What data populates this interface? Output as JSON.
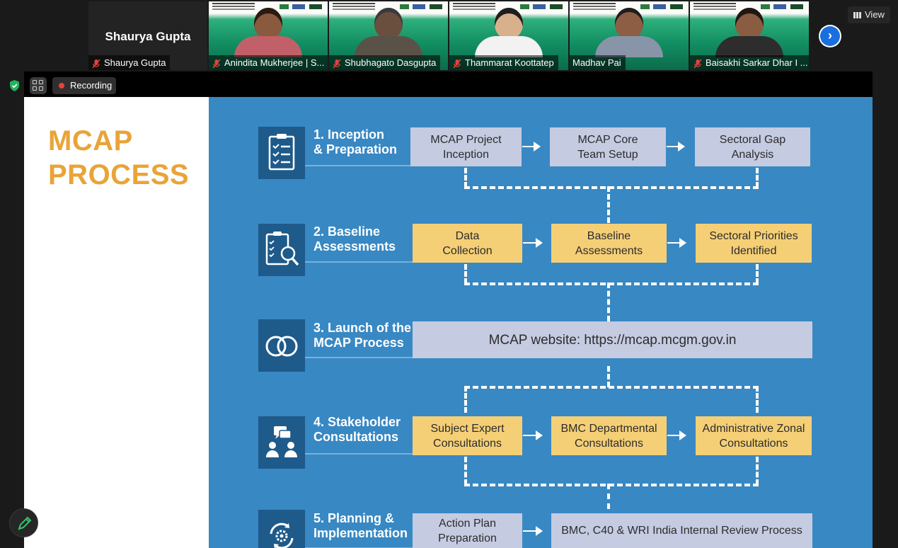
{
  "participants": [
    {
      "name": "Shaurya Gupta",
      "video": false
    },
    {
      "name": "Anindita Mukherjee | S...",
      "video": true,
      "muted": true
    },
    {
      "name": "Shubhagato Dasgupta",
      "video": true,
      "muted": true
    },
    {
      "name": "Thammarat Koottatep",
      "video": true,
      "muted": true
    },
    {
      "name": "Madhav Pai",
      "video": true,
      "muted": false,
      "active": true
    },
    {
      "name": "Baisakhi Sarkar Dhar I ...",
      "video": true,
      "muted": true
    }
  ],
  "toolbar": {
    "view_label": "View",
    "recording_label": "Recording"
  },
  "slide": {
    "title_line1": "MCAP",
    "title_line2": "PROCESS",
    "steps": [
      {
        "label_line1": "1. Inception",
        "label_line2": "& Preparation",
        "icon": "checklist-icon",
        "boxes": [
          "MCAP Project\nInception",
          "MCAP Core\nTeam Setup",
          "Sectoral Gap\nAnalysis"
        ]
      },
      {
        "label_line1": "2. Baseline",
        "label_line2": "Assessments",
        "icon": "clipboard-search-icon",
        "boxes": [
          "Data\nCollection",
          "Baseline\nAssessments",
          "Sectoral Priorities\nIdentified"
        ]
      },
      {
        "label_line1": "3. Launch of the",
        "label_line2": "MCAP Process",
        "icon": "linked-rings-icon",
        "boxes": [
          "MCAP website: https://mcap.mcgm.gov.in"
        ]
      },
      {
        "label_line1": "4. Stakeholder",
        "label_line2": "Consultations",
        "icon": "people-discussion-icon",
        "boxes": [
          "Subject Expert\nConsultations",
          "BMC Departmental\nConsultations",
          "Administrative Zonal\nConsultations"
        ]
      },
      {
        "label_line1": "5. Planning &",
        "label_line2": "Implementation",
        "icon": "gear-cycle-icon",
        "boxes": [
          "Action Plan\nPreparation",
          "BMC, C40 & WRI India Internal Review Process"
        ]
      }
    ]
  },
  "colors": {
    "slide_blue": "#3888c3",
    "icon_navy": "#1e5a8a",
    "box_gray": "#c5cbe1",
    "box_yellow": "#f5cf76",
    "title_orange": "#e9a437",
    "recording_red": "#e8413b"
  }
}
